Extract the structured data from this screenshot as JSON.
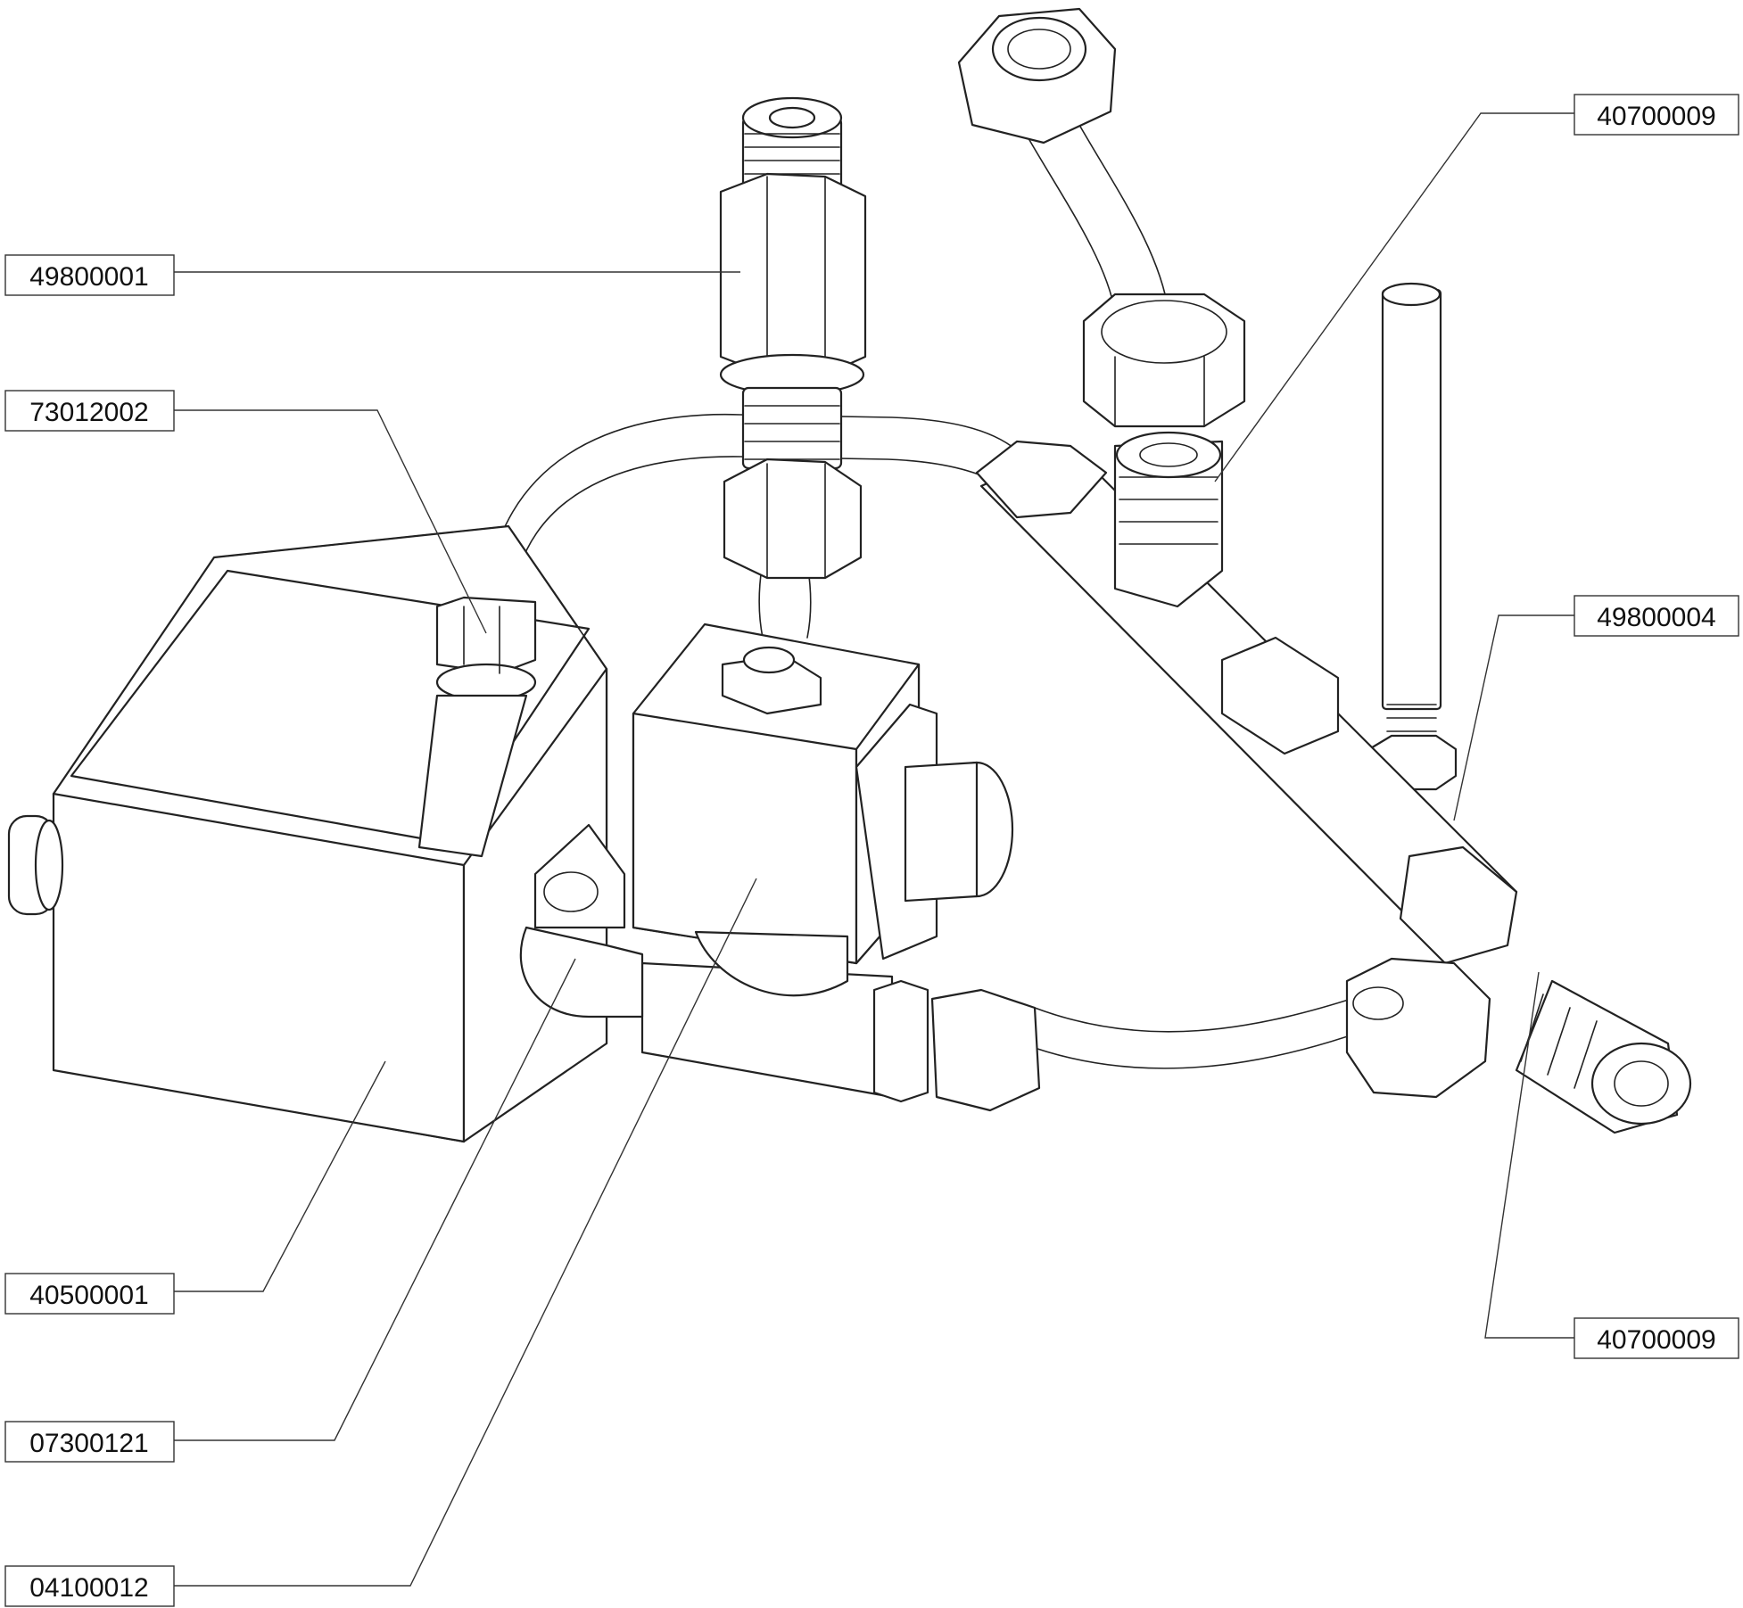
{
  "labels": {
    "l1": "49800001",
    "l2": "73012002",
    "l3": "40500001",
    "l4": "07300121",
    "l5": "04100012",
    "r1": "40700009",
    "r2": "49800004",
    "r3": "40700009"
  }
}
